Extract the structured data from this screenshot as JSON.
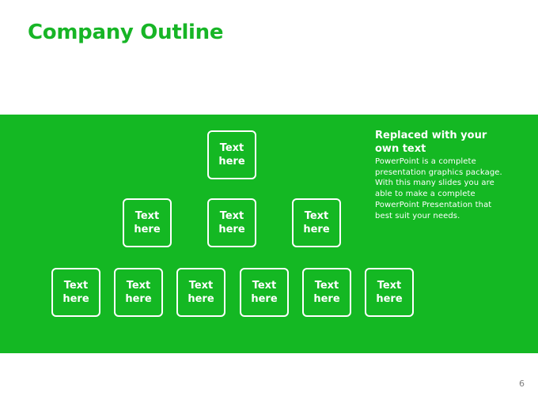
{
  "slide": {
    "title": "Company Outline",
    "page_number": "6"
  },
  "diagram": {
    "row1": [
      "Text here"
    ],
    "row2": [
      "Text here",
      "Text here",
      "Text here"
    ],
    "row3": [
      "Text here",
      "Text here",
      "Text here",
      "Text here",
      "Text here",
      "Text here"
    ]
  },
  "side_text": {
    "heading": "Replaced with your own text",
    "body": "PowerPoint is a complete presentation graphics package. With this many slides you are able to make a complete PowerPoint Presentation that best suit your needs."
  },
  "colors": {
    "accent": "#14b823",
    "title": "#17b526",
    "box_border": "#ffffff",
    "page_number": "#7f7f7f"
  }
}
